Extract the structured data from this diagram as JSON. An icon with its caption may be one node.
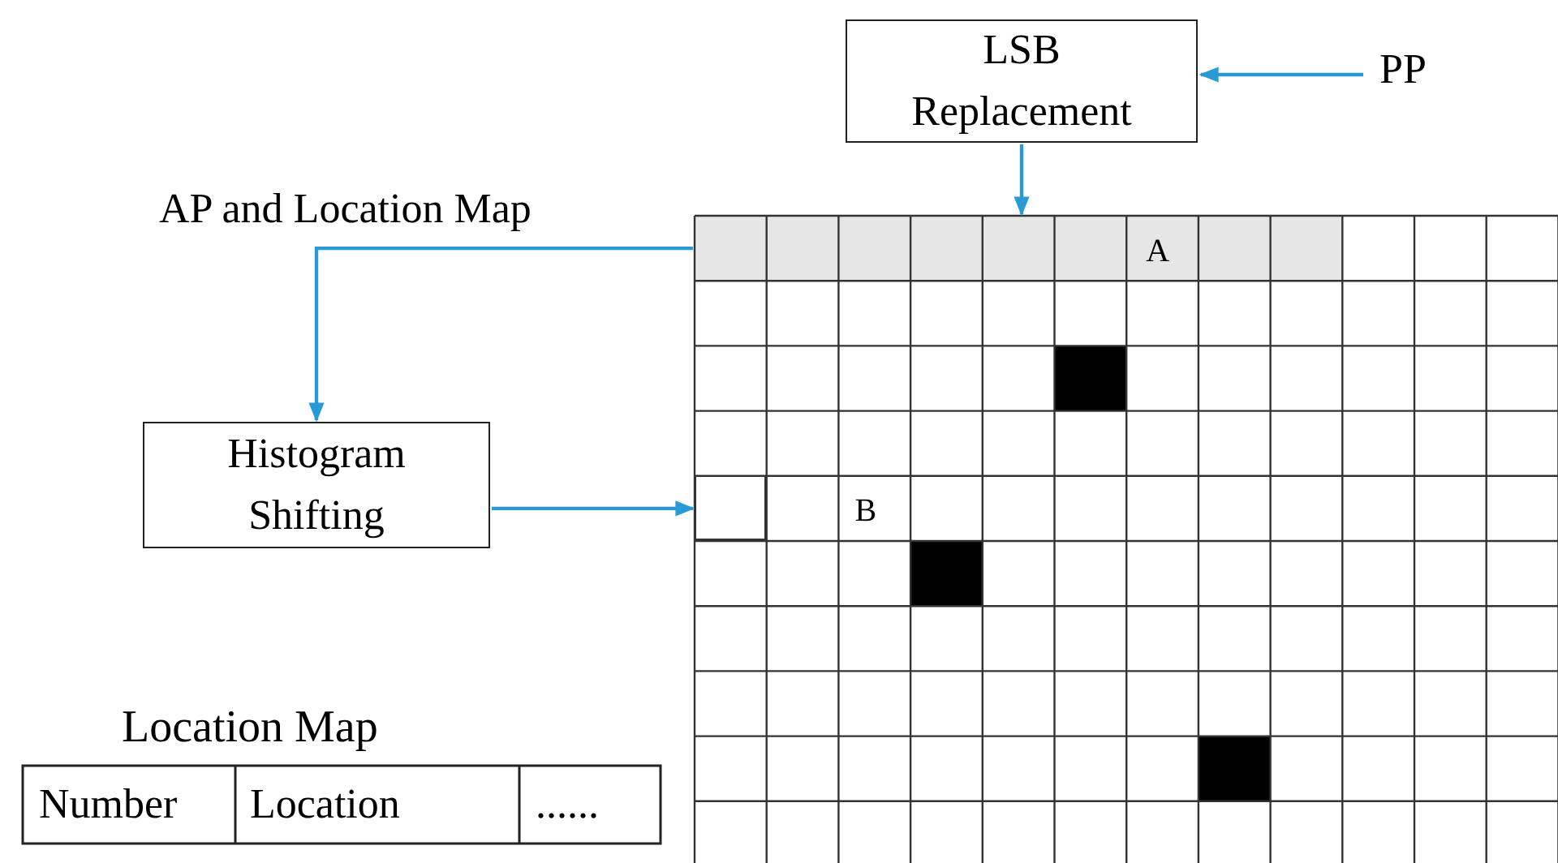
{
  "diagram": {
    "nodes": [
      {
        "text": [
          "LSB Replacement"
        ]
      },
      {
        "text": [
          "PP"
        ]
      },
      {
        "text": [
          "Histogram Shifting"
        ]
      },
      {
        "text": [],
        "shape": "bar"
      },
      {
        "text": [],
        "shape": "box"
      }
    ],
    "edges": [
      {
        "from": 1,
        "to": 0,
        "arrow": "to"
      },
      {
        "from": 0,
        "to": 3,
        "arrow": "to"
      },
      {
        "from": 3,
        "to": 2,
        "arrow": "to",
        "label": "AP and Location Map"
      },
      {
        "from": 2,
        "to": 4,
        "arrow": "to"
      }
    ],
    "labels": [
      "A",
      "B",
      "Location Map",
      "Number",
      "Location",
      "......"
    ]
  }
}
